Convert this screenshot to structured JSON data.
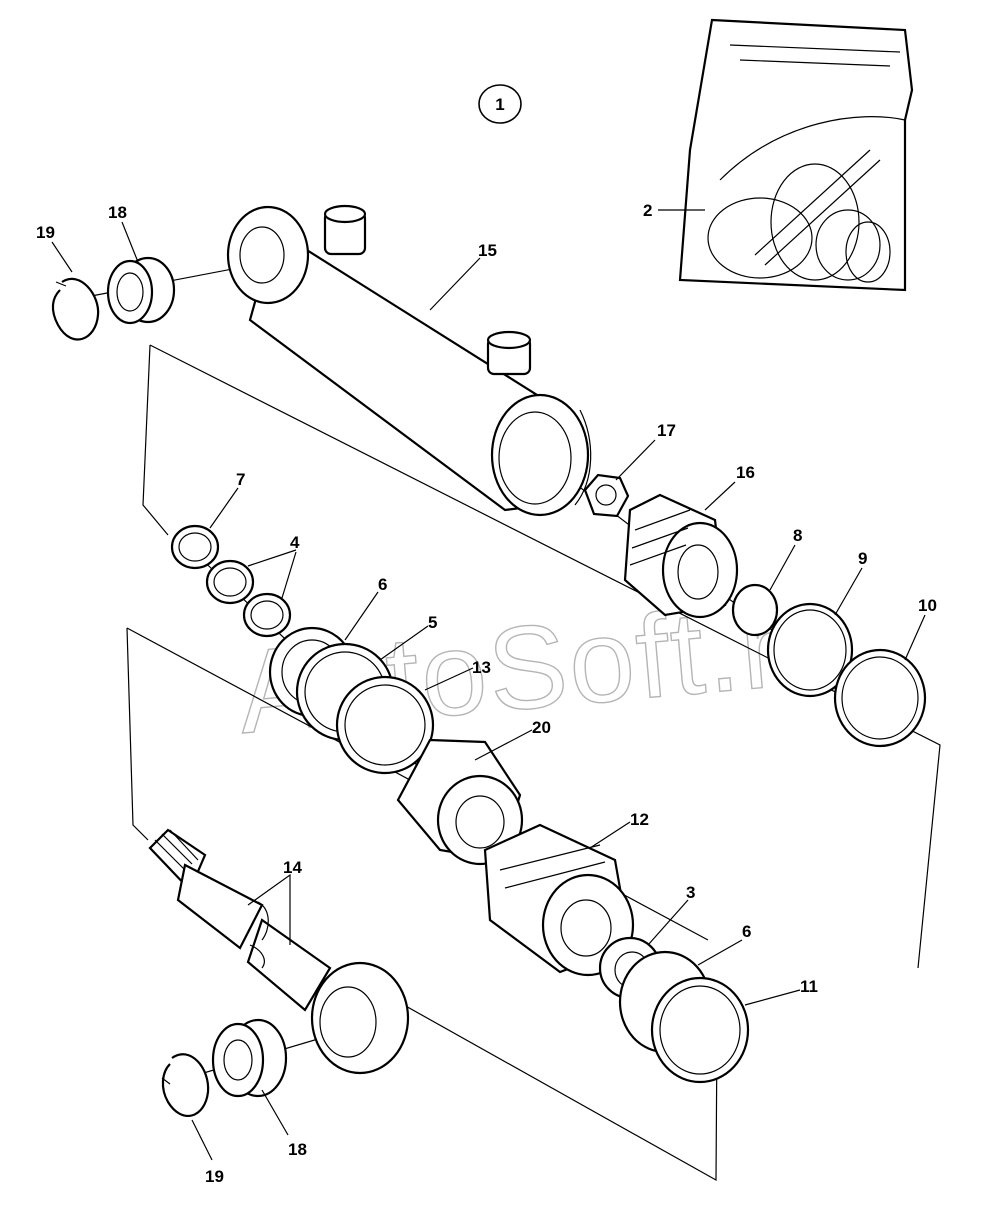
{
  "diagram": {
    "callout": "1",
    "watermark": "AutoSoft.ru",
    "labels": {
      "p2": "2",
      "p3": "3",
      "p4": "4",
      "p5": "5",
      "p6a": "6",
      "p6b": "6",
      "p7": "7",
      "p8": "8",
      "p9": "9",
      "p10": "10",
      "p11": "11",
      "p12": "12",
      "p13": "13",
      "p14": "14",
      "p15": "15",
      "p16": "16",
      "p17": "17",
      "p18a": "18",
      "p18b": "18",
      "p19a": "19",
      "p19b": "19",
      "p20": "20"
    }
  }
}
